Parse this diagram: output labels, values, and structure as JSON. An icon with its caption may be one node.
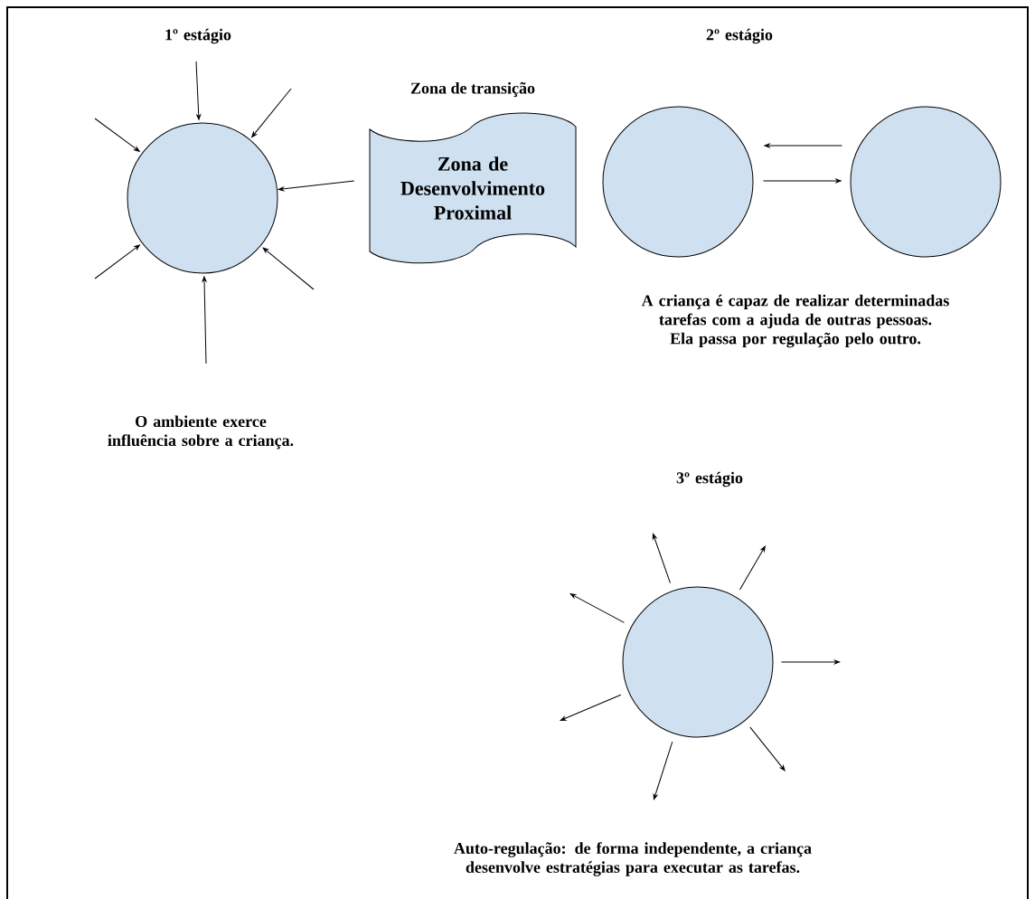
{
  "diagram": {
    "nodes": [
      {
        "text": [],
        "shape": "circle"
      },
      {
        "text": [
          "Zona de transição",
          "Zona de Desenvolvimento Proximal"
        ]
      },
      {
        "text": [],
        "shape": "circle"
      },
      {
        "text": [],
        "shape": "circle"
      },
      {
        "text": [],
        "shape": "circle"
      }
    ],
    "edges": [
      {
        "from": null,
        "to": 0,
        "arrow": "to"
      },
      {
        "from": null,
        "to": 0,
        "arrow": "to"
      },
      {
        "from": null,
        "to": 0,
        "arrow": "to"
      },
      {
        "from": null,
        "to": 0,
        "arrow": "to"
      },
      {
        "from": null,
        "to": 0,
        "arrow": "to"
      },
      {
        "from": null,
        "to": 0,
        "arrow": "to"
      },
      {
        "from": 1,
        "to": 0,
        "arrow": "to"
      },
      {
        "from": 3,
        "to": 2,
        "arrow": "to"
      },
      {
        "from": 2,
        "to": 3,
        "arrow": "to"
      },
      {
        "from": 4,
        "to": null,
        "arrow": "to"
      },
      {
        "from": 4,
        "to": null,
        "arrow": "to"
      },
      {
        "from": 4,
        "to": null,
        "arrow": "to"
      },
      {
        "from": 4,
        "to": null,
        "arrow": "to"
      },
      {
        "from": 4,
        "to": null,
        "arrow": "to"
      },
      {
        "from": 4,
        "to": null,
        "arrow": "to"
      },
      {
        "from": 4,
        "to": null,
        "arrow": "to"
      }
    ],
    "labels": [
      "1º estágio",
      "2º estágio",
      "O ambiente exerce influência sobre a criança.",
      "A criança é capaz de realizar determinadas tarefas com a ajuda de outras pessoas. Ela passa por regulação pelo outro.",
      "3º estágio",
      "Auto-regulação: de forma independente, a criança desenvolve estratégias para executar as tarefas."
    ]
  }
}
